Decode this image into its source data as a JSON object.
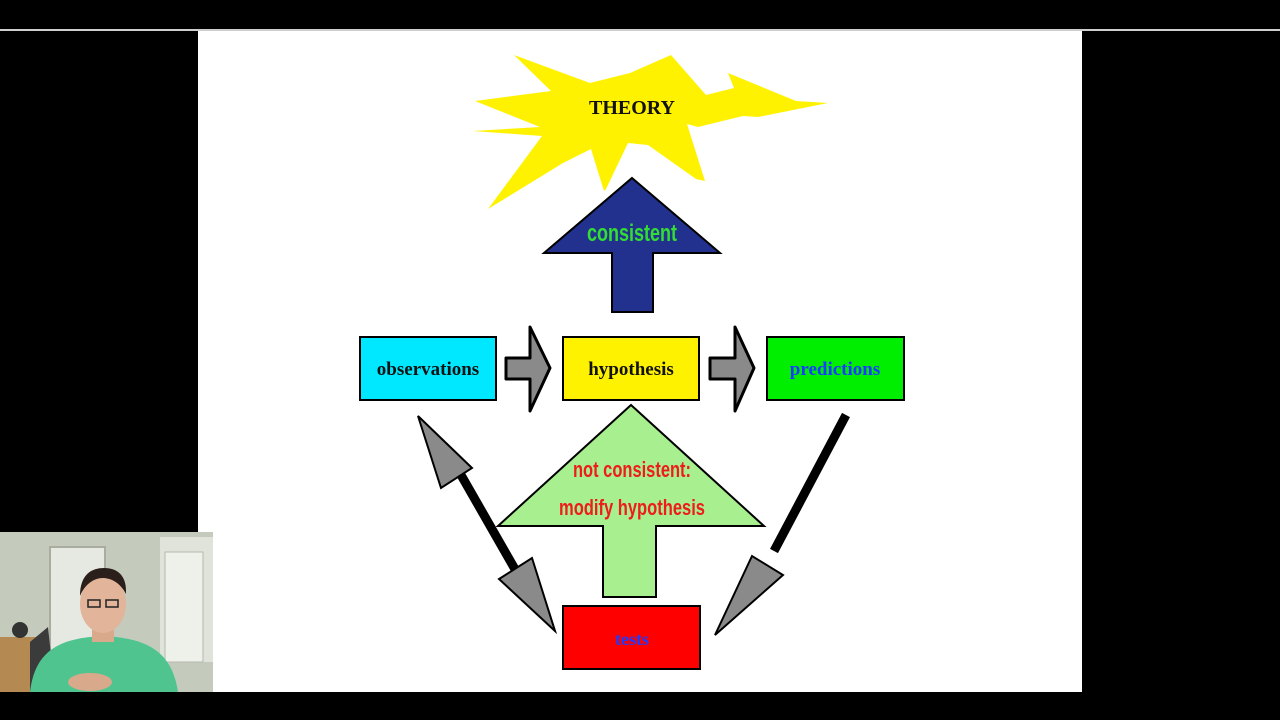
{
  "diagram": {
    "theory": "THEORY",
    "consistent": "consistent",
    "observations": "observations",
    "hypothesis": "hypothesis",
    "predictions": "predictions",
    "not_consistent_line1": "not consistent:",
    "not_consistent_line2": "modify hypothesis",
    "tests": "tests"
  },
  "colors": {
    "starburst": "#fff200",
    "consistent_arrow": "#22308e",
    "consistent_text": "#33dd33",
    "observations_box": "#00e8ff",
    "hypothesis_box": "#fff200",
    "predictions_box": "#00ee00",
    "predictions_text": "#1a3cff",
    "modify_arrow": "#a8f08f",
    "modify_text": "#ee1c1c",
    "tests_box": "#ff0000",
    "tests_text": "#1a3cff",
    "gray_arrow": "#8a8a8a"
  }
}
